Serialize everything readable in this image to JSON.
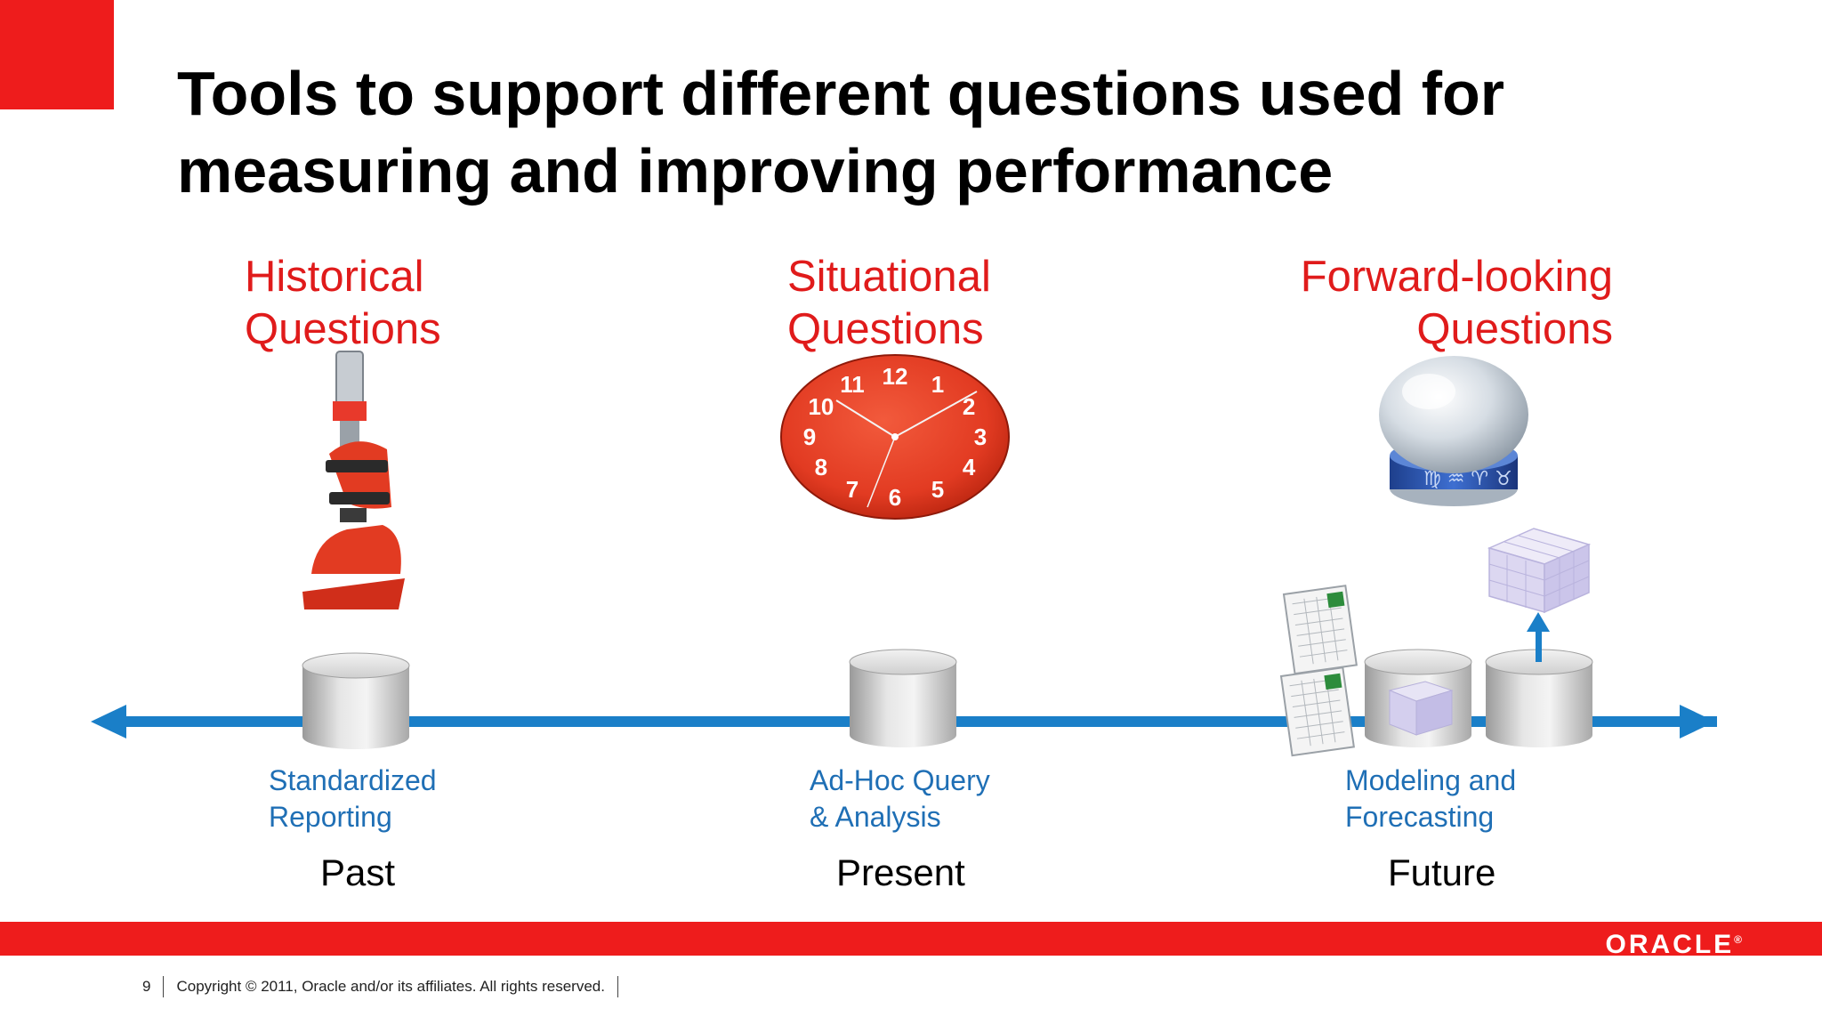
{
  "slide": {
    "title": "Tools to support different questions used for measuring and improving performance",
    "questions": {
      "historical": [
        "Historical",
        "Questions"
      ],
      "situational": [
        "Situational",
        "Questions"
      ],
      "forward": [
        "Forward-looking",
        "Questions"
      ]
    },
    "tools": {
      "standardized": [
        "Standardized",
        "Reporting"
      ],
      "adhoc": [
        "Ad-Hoc Query",
        "& Analysis"
      ],
      "modeling": [
        "Modeling and",
        "Forecasting"
      ]
    },
    "timeline": {
      "past": "Past",
      "present": "Present",
      "future": "Future"
    },
    "clock_numbers": [
      "12",
      "1",
      "2",
      "3",
      "4",
      "5",
      "6",
      "7",
      "8",
      "9",
      "10",
      "11"
    ]
  },
  "footer": {
    "page_number": "9",
    "copyright": "Copyright © 2011, Oracle and/or its affiliates. All rights reserved.",
    "logo": "ORACLE",
    "logo_mark": "®"
  },
  "colors": {
    "brand_red": "#ee1c1c",
    "heading_red": "#e01b1b",
    "timeline_blue": "#1a7fc8",
    "label_blue": "#1f6fb5"
  },
  "icons": [
    "microscope-icon",
    "clock-icon",
    "crystal-ball-icon",
    "database-icon",
    "cube-icon",
    "spreadsheet-icon",
    "arrow-up-icon"
  ]
}
